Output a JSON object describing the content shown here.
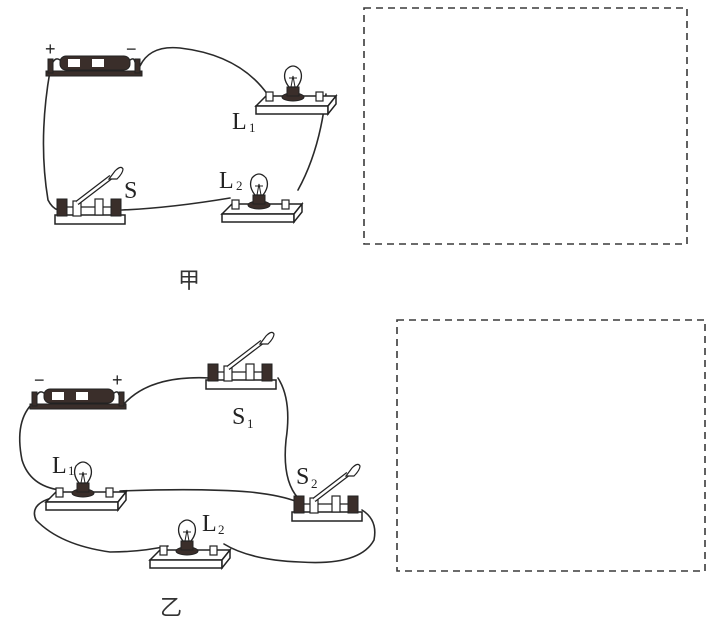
{
  "figure": {
    "description": "Two physical circuit diagrams with empty dashed boxes for drawing the corresponding circuit schematics",
    "stroke_color": "#2a2a2a",
    "background": "#ffffff"
  },
  "circuit_jia": {
    "caption": "甲",
    "battery": {
      "plus_label": "+",
      "minus_label": "−"
    },
    "switch": {
      "label": "S",
      "sub": ""
    },
    "lamp1": {
      "label": "L",
      "sub": "1"
    },
    "lamp2": {
      "label": "L",
      "sub": "2"
    },
    "answer_box": {
      "style": "dashed",
      "content": ""
    }
  },
  "circuit_yi": {
    "caption": "乙",
    "battery": {
      "plus_label": "+",
      "minus_label": "−"
    },
    "switch1": {
      "label": "S",
      "sub": "1"
    },
    "switch2": {
      "label": "S",
      "sub": "2"
    },
    "lamp1": {
      "label": "L",
      "sub": "1"
    },
    "lamp2": {
      "label": "L",
      "sub": "2"
    },
    "answer_box": {
      "style": "dashed",
      "content": ""
    }
  }
}
